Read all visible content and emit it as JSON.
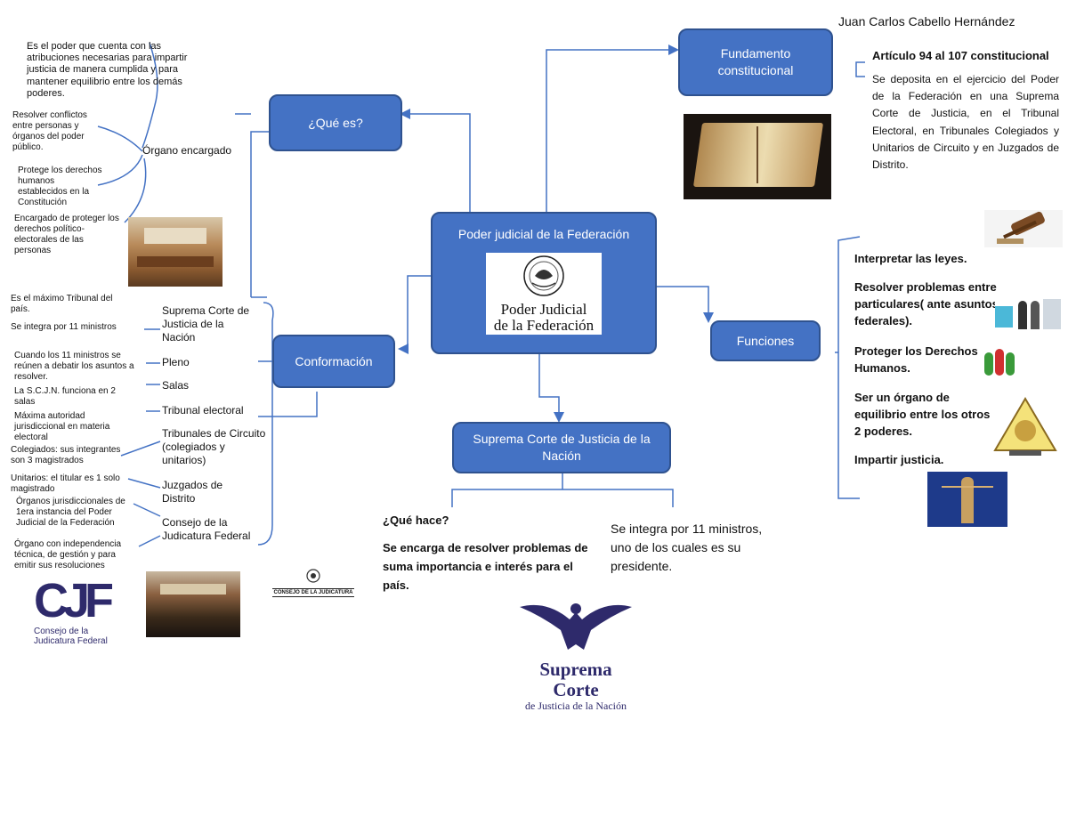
{
  "author": "Juan Carlos Cabello Hernández",
  "center": {
    "title": "Poder judicial de la Federación",
    "logo_line1": "Poder Judicial",
    "logo_line2": "de la Federación"
  },
  "que_es": {
    "label": "¿Qué es?",
    "definition": "Es el poder que cuenta con las atribuciones necesarias para impartir justicia de manera cumplida y para mantener equilibrio entre los demás poderes.",
    "organo": "Órgano encargado",
    "items": [
      "Resolver conflictos entre personas y órganos del poder público.",
      "Protege los derechos humanos establecidos en la Constitución",
      "Encargado de proteger los derechos político-electorales de las personas"
    ]
  },
  "fundamento": {
    "label": "Fundamento constitucional",
    "heading": "Artículo 94 al 107 constitucional",
    "text": "Se deposita en el ejercicio del Poder de la Federación en una Suprema Corte de Justicia, en el Tribunal Electoral, en Tribunales Colegiados y Unitarios de Circuito y en Juzgados de Distrito."
  },
  "funciones": {
    "label": "Funciones",
    "items": [
      "Interpretar las leyes.",
      "Resolver problemas entre particulares( ante asuntos federales).",
      "Proteger los Derechos Humanos.",
      "Ser un órgano de equilibrio entre los otros 2 poderes.",
      "Impartir justicia."
    ]
  },
  "conformacion": {
    "label": "Conformación",
    "members": [
      "Suprema Corte de Justicia de la Nación",
      "Pleno",
      "Salas",
      "Tribunal electoral",
      "Tribunales de Circuito (colegiados y unitarios)",
      "Juzgados de Distrito",
      "Consejo de la Judicatura Federal"
    ],
    "notes": [
      "Es el máximo Tribunal del país.",
      "Se integra por 11 ministros",
      "Cuando los 11 ministros se reúnen a debatir los asuntos a resolver.",
      "La S.C.J.N. funciona en 2 salas",
      "Máxima autoridad jurisdiccional en materia electoral",
      "Colegiados: sus integrantes son 3 magistrados",
      "Unitarios: el titular es 1 solo magistrado",
      "Órganos jurisdiccionales de 1era instancia del Poder Judicial de la Federación",
      "Órgano con independencia técnica, de gestión y para emitir sus resoluciones"
    ],
    "cjf_logo": "CJF",
    "cjf_caption": "Consejo de la Judicatura Federal",
    "cjf_small": "CONSEJO DE LA JUDICATURA"
  },
  "scjn": {
    "label": "Suprema Corte de Justicia de la Nación",
    "q_heading": "¿Qué hace?",
    "q_text": "Se encarga de resolver problemas de suma importancia e interés para el país.",
    "integra": "Se integra por 11 ministros, uno de los cuales es su presidente.",
    "logo_line1": "Suprema Corte",
    "logo_line2": "de Justicia de la Nación"
  },
  "icons": {
    "emblem": "mexican-eagle-emblem-icon",
    "book": "constitution-book-icon",
    "gavel": "gavel-icon",
    "people": "people-icon",
    "justice": "lady-justice-icon"
  },
  "colors": {
    "box": "#4472c4",
    "box_border": "#2f528f",
    "lines": "#4472c4"
  }
}
